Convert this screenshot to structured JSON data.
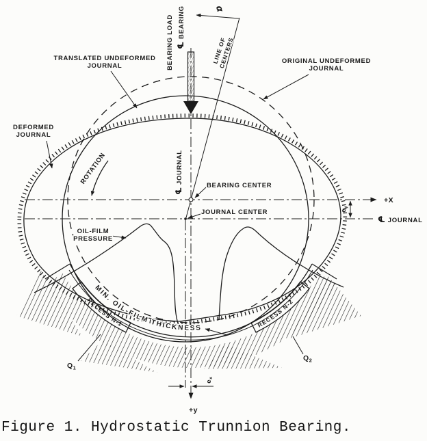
{
  "figure": {
    "caption": "Figure 1.  Hydrostatic Trunnion Bearing.",
    "labels": {
      "cl": "℄",
      "bearing": "BEARING",
      "journal": "JOURNAL",
      "bearing_load": "BEARING LOAD",
      "line_of_centers_1": "LINE OF",
      "line_of_centers_2": "CENTERS",
      "alpha": "α",
      "translated_undeformed": "TRANSLATED UNDEFORMED",
      "original_undeformed": "ORIGINAL UNDEFORMED",
      "deformed": "DEFORMED",
      "rotation": "ROTATION",
      "bearing_center": "BEARING CENTER",
      "journal_center": "JOURNAL CENTER",
      "x_axis": "+X",
      "y_axis": "+y",
      "e": "e",
      "sub_x": "x",
      "sub_y": "y",
      "oil_film": "OIL-FILM",
      "pressure": "PRESSURE",
      "min_film": "MIN. OIL-FILM THICKNESS",
      "recess_1": "RECESS N-1",
      "recess_2": "RECESS N-2",
      "q": "Q",
      "sub_1": "1",
      "sub_2": "2"
    },
    "colors": {
      "ink": "#1b1b1b",
      "paper": "#fcfcfa"
    }
  }
}
